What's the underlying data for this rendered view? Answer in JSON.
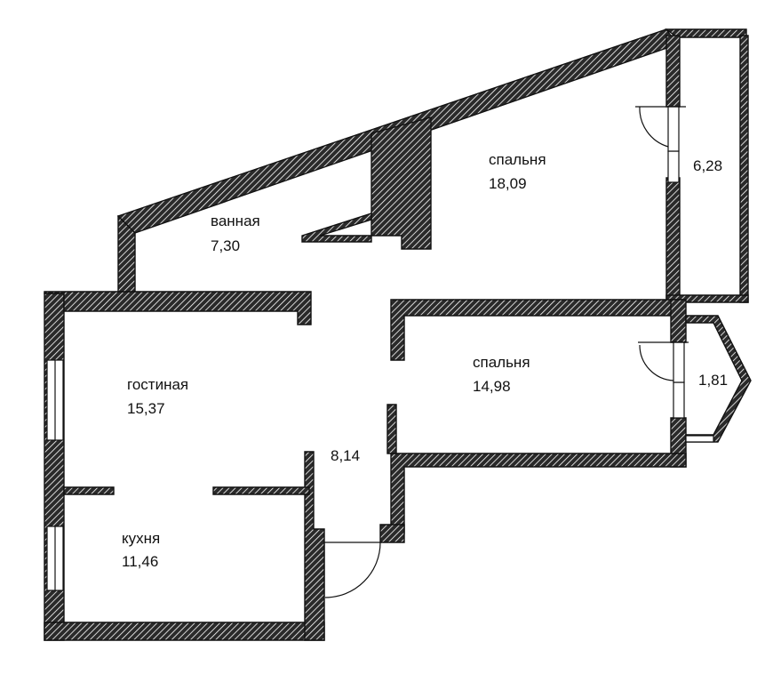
{
  "rooms": {
    "bathroom": {
      "name": "ванная",
      "area": "7,30"
    },
    "bedroom_top": {
      "name": "спальня",
      "area": "18,09"
    },
    "balcony_top": {
      "area": "6,28"
    },
    "living": {
      "name": "гостиная",
      "area": "15,37"
    },
    "bedroom_mid": {
      "name": "спальня",
      "area": "14,98"
    },
    "balcony_mid": {
      "area": "1,81"
    },
    "hall": {
      "area": "8,14"
    },
    "kitchen": {
      "name": "кухня",
      "area": "11,46"
    }
  }
}
